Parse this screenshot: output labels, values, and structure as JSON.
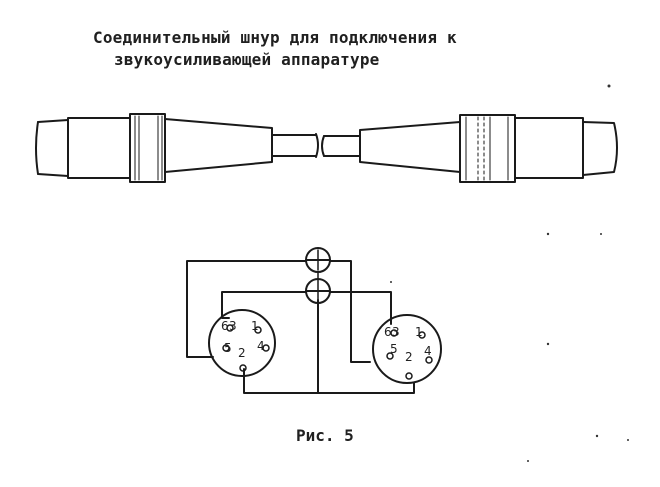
{
  "title_line1": "Соединительный шнур для подключения к",
  "title_line2": "звукоусиливающей аппаратуре",
  "caption": "Рис. 5",
  "left_socket_pins": [
    "6",
    "3",
    "1",
    "5",
    "2",
    "4"
  ],
  "right_socket_pins": [
    "6",
    "3",
    "1",
    "5",
    "2",
    "4"
  ]
}
